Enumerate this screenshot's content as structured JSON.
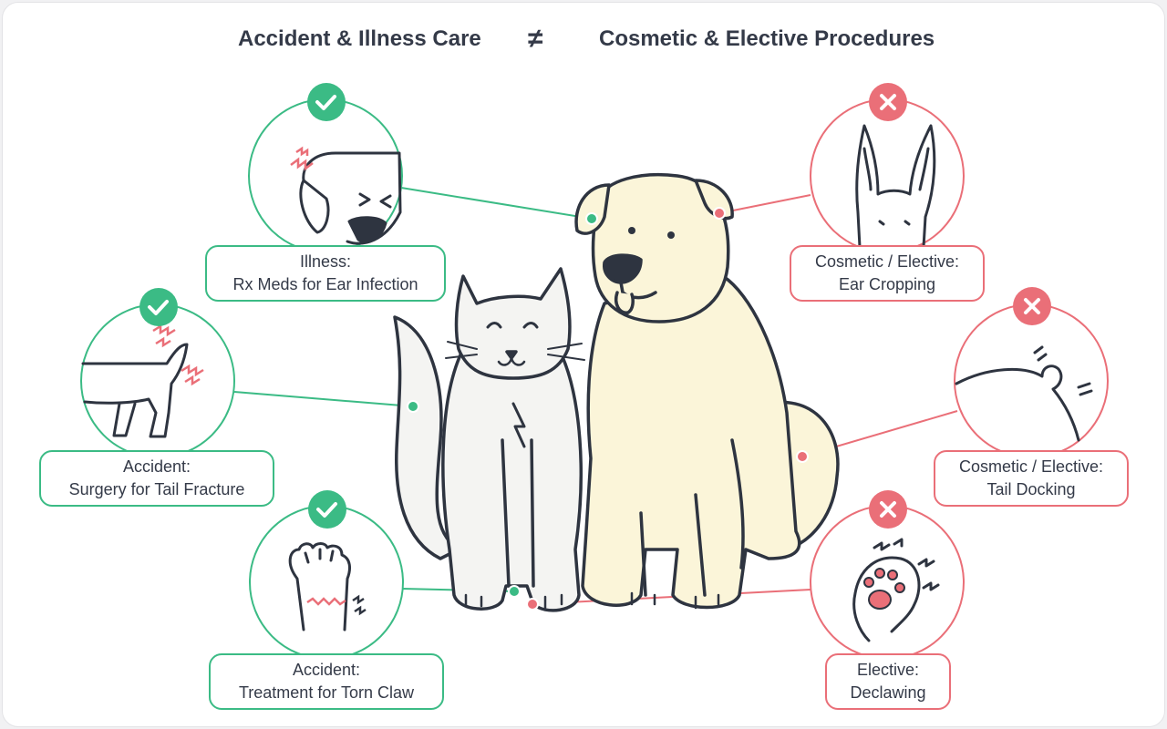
{
  "header": {
    "left_title": "Accident & Illness Care",
    "not_equal_symbol": "≠",
    "right_title": "Cosmetic & Elective Procedures"
  },
  "colors": {
    "covered_green": "#3bbb85",
    "not_covered_red": "#ea6f78",
    "dog_fill": "#fbf5d9",
    "cat_fill": "#f4f4f2",
    "outline": "#2e3440"
  },
  "covered": [
    {
      "line1": "Illness:",
      "line2": "Rx Meds for Ear Infection",
      "badge_icon": "checkmark-icon",
      "illustration": "dog-ear-infection-icon"
    },
    {
      "line1": "Accident:",
      "line2": "Surgery for Tail Fracture",
      "badge_icon": "checkmark-icon",
      "illustration": "dog-tail-fracture-icon"
    },
    {
      "line1": "Accident:",
      "line2": "Treatment for Torn Claw",
      "badge_icon": "checkmark-icon",
      "illustration": "torn-claw-paw-icon"
    }
  ],
  "not_covered": [
    {
      "line1": "Cosmetic / Elective:",
      "line2": "Ear Cropping",
      "badge_icon": "x-icon",
      "illustration": "cropped-ears-icon"
    },
    {
      "line1": "Cosmetic / Elective:",
      "line2": "Tail Docking",
      "badge_icon": "x-icon",
      "illustration": "docked-tail-icon"
    },
    {
      "line1": "Elective:",
      "line2": "Declawing",
      "badge_icon": "x-icon",
      "illustration": "declawed-paw-icon"
    }
  ]
}
